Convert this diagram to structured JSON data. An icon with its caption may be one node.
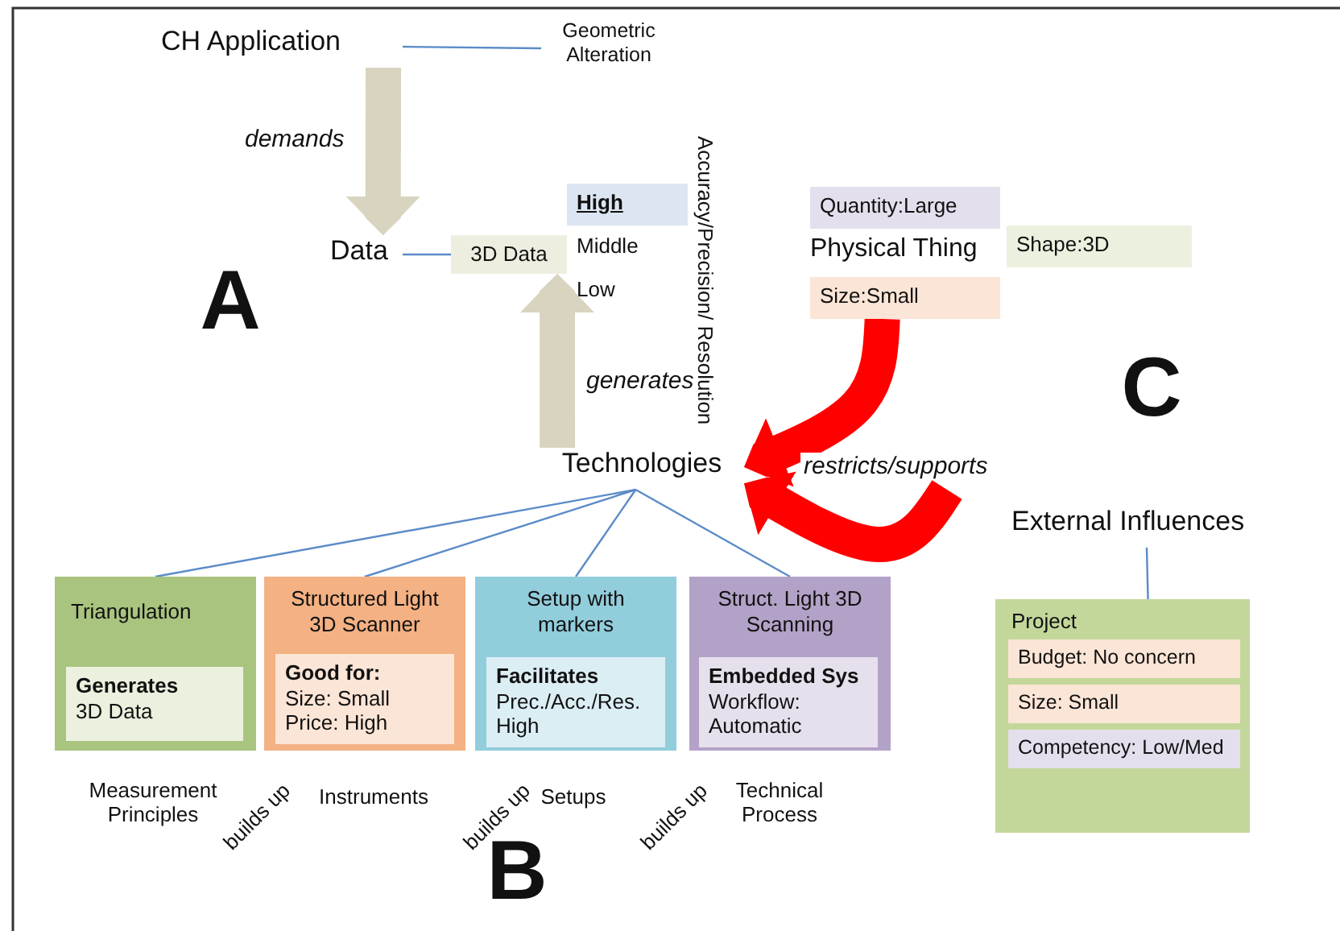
{
  "diagram": {
    "nodes": [
      {
        "text": [
          "CH Application"
        ]
      },
      {
        "text": [
          "Geometric Alteration"
        ]
      },
      {
        "text": [
          "Data"
        ]
      },
      {
        "text": [
          "3D Data"
        ]
      },
      {
        "text": [
          "High"
        ]
      },
      {
        "text": [
          "Middle"
        ]
      },
      {
        "text": [
          "Low"
        ]
      },
      {
        "text": [
          "Technologies"
        ]
      },
      {
        "text": [
          "Quantity:Large"
        ]
      },
      {
        "text": [
          "Physical Thing"
        ]
      },
      {
        "text": [
          "Size:Small"
        ]
      },
      {
        "text": [
          "Shape:3D"
        ]
      },
      {
        "text": [
          "Triangulation"
        ]
      },
      {
        "text": [
          "Generates",
          "3D Data"
        ],
        "in": 12
      },
      {
        "text": [
          "Structured Light 3D Scanner"
        ]
      },
      {
        "text": [
          "Good for:",
          "Size: Small Price: High"
        ],
        "in": 14
      },
      {
        "text": [
          "Setup with markers"
        ]
      },
      {
        "text": [
          "Facilitates",
          "Prec./Acc./Res. High"
        ],
        "in": 16
      },
      {
        "text": [
          "Struct. Light 3D Scanning"
        ]
      },
      {
        "text": [
          "Embedded Sys",
          "Workflow: Automatic"
        ],
        "in": 18
      },
      {
        "text": [
          "External Influences"
        ]
      },
      {
        "text": [
          "Project"
        ]
      },
      {
        "text": [
          "Budget: No concern"
        ],
        "in": 21
      },
      {
        "text": [
          "Size: Small"
        ],
        "in": 21
      },
      {
        "text": [
          "Competency: Low/Med"
        ],
        "in": 21
      }
    ],
    "edges": [
      {
        "from": 0,
        "to": 1,
        "arrow": "none"
      },
      {
        "from": 0,
        "to": 2,
        "arrow": "to",
        "label": "demands",
        "style": "thick",
        "color": "#d9d4bf"
      },
      {
        "from": 2,
        "to": 3,
        "arrow": "none"
      },
      {
        "from": 7,
        "to": 3,
        "arrow": "to",
        "label": "generates",
        "style": "thick",
        "color": "#d9d4bf"
      },
      {
        "from": 10,
        "to": 7,
        "arrow": "to",
        "style": "thick",
        "color": "#ff0000"
      },
      {
        "from": null,
        "to": 7,
        "arrow": "to",
        "label": "restricts/supports",
        "style": "thick",
        "color": "#ff0000"
      },
      {
        "from": 7,
        "to": 12,
        "arrow": "none"
      },
      {
        "from": 7,
        "to": 14,
        "arrow": "none"
      },
      {
        "from": 7,
        "to": 16,
        "arrow": "none"
      },
      {
        "from": 7,
        "to": 18,
        "arrow": "none"
      },
      {
        "from": 20,
        "to": 21,
        "arrow": "none"
      }
    ],
    "labels": [
      "Accuracy/Precision/ Resolution",
      "A",
      "C",
      "Measurement Principles",
      "builds up",
      "Instruments",
      "builds up",
      "Setups",
      "builds up",
      "Technical Process",
      "B"
    ]
  }
}
